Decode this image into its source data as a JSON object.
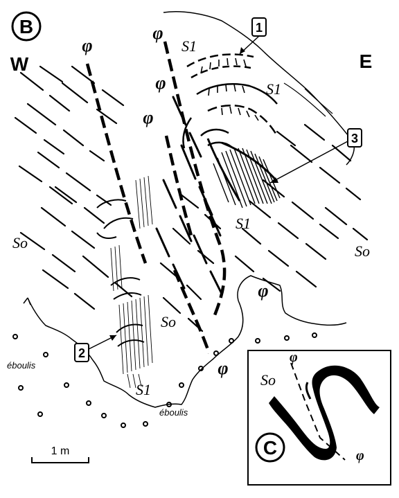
{
  "panel_label": "B",
  "inset_label": "C",
  "directions": {
    "west": "W",
    "east": "E"
  },
  "phi": "φ",
  "bedding": "So",
  "cleavage": "S1",
  "callouts": [
    "1",
    "2",
    "3"
  ],
  "scree": "éboulis",
  "scale_label": "1 m"
}
